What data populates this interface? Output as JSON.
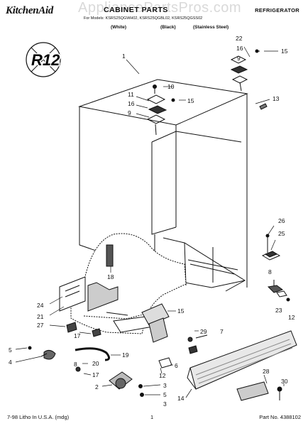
{
  "header": {
    "brand": "KitchenAid",
    "title": "CABINET PARTS",
    "category": "REFRIGERATOR",
    "models": "For Models: KSRS25QGWH02, KSRS25QGBL02, KSRS25QGSS02",
    "colors": [
      "(White)",
      "(Black)",
      "(Stainless Steel)"
    ]
  },
  "watermark": "AppliancePartsPros.com",
  "badge": "R12",
  "callouts": [
    "1",
    "22",
    "16",
    "9",
    "15",
    "10",
    "11",
    "16",
    "15",
    "9",
    "13",
    "26",
    "25",
    "18",
    "8",
    "24",
    "21",
    "23",
    "12",
    "15",
    "27",
    "17",
    "5",
    "4",
    "20",
    "8",
    "17",
    "3",
    "2",
    "5",
    "3",
    "19",
    "29",
    "7",
    "6",
    "12",
    "28",
    "30",
    "14"
  ],
  "footer": {
    "left": "7-98 Litho In U.S.A. (mdg)",
    "page": "1",
    "part_number": "Part No. 4388102"
  }
}
